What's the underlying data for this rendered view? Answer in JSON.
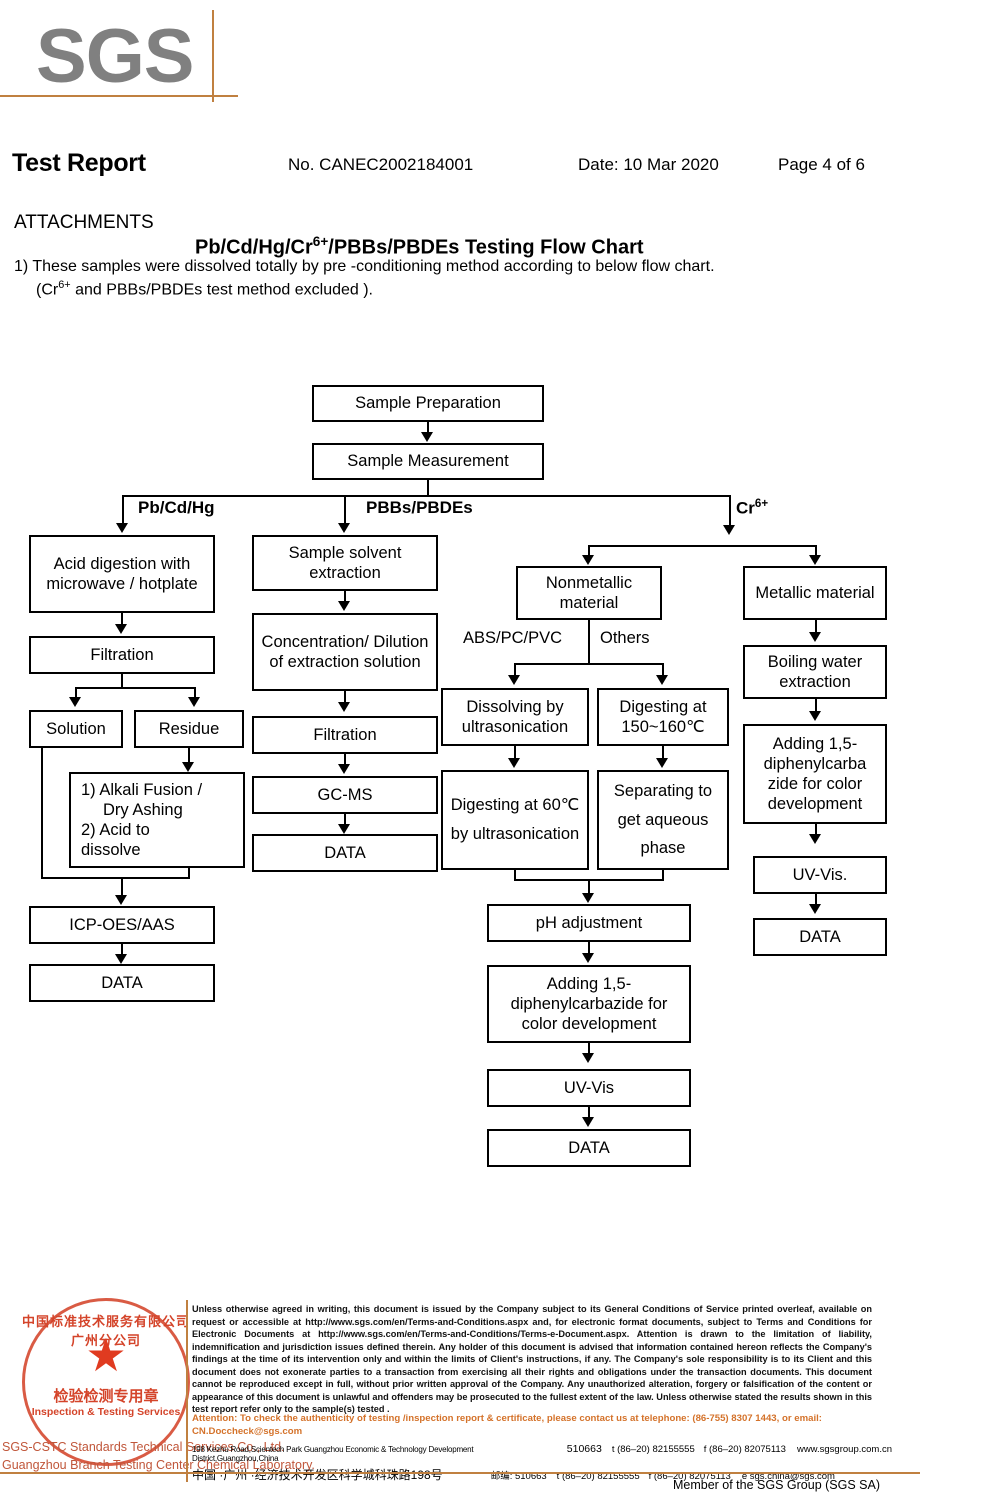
{
  "brand": {
    "logo_text": "SGS"
  },
  "header": {
    "title": "Test Report",
    "report_no": "No. CANEC2002184001",
    "date": "Date: 10 Mar 2020",
    "page": "Page 4 of 6"
  },
  "attachments": {
    "label": "ATTACHMENTS",
    "flow_title_pre": "Pb/Cd/Hg/Cr",
    "flow_title_sup": "6+",
    "flow_title_post": "/PBBs/PBDEs Testing Flow Chart",
    "note1": "1) These samples were dissolved totally by pre -conditioning method according to below flow chart.",
    "note2_pre": "(Cr",
    "note2_sup": "6+",
    "note2_post": " and PBBs/PBDEs  test method excluded )."
  },
  "flow": {
    "top": {
      "sample_preparation": "Sample Preparation",
      "sample_measurement": "Sample Measurement"
    },
    "branch_labels": {
      "pb_cd_hg": "Pb/Cd/Hg",
      "pbbs_pbdes": "PBBs/PBDEs",
      "cr6_pre": "Cr",
      "cr6_sup": "6+"
    },
    "col_pbcdhg": {
      "acid_digestion": "Acid digestion with microwave / hotplate",
      "filtration": "Filtration",
      "solution": "Solution",
      "residue": "Residue",
      "alkali": "1) Alkali Fusion / Dry Ashing\n2) Acid to dissolve",
      "alkali_l1": "1) Alkali Fusion /",
      "alkali_l2": "Dry Ashing",
      "alkali_l3": "2) Acid to",
      "alkali_l4": "dissolve",
      "icp": "ICP-OES/AAS",
      "data": "DATA"
    },
    "col_pbbs": {
      "solvent_extraction": "Sample solvent extraction",
      "concentration": "Concentration/ Dilution of extraction solution",
      "filtration": "Filtration",
      "gcms": "GC-MS",
      "data": "DATA"
    },
    "col_nonmetallic": {
      "nonmetallic": "Nonmetallic material",
      "label_abs": "ABS/PC/PVC",
      "label_others": "Others",
      "dissolving": "Dissolving by ultrasonication",
      "digesting_150": "Digesting at 150~160℃",
      "digesting_60": "Digesting at 60℃ by ultrasonication",
      "separating": "Separating to get aqueous phase",
      "ph_adjustment": "pH adjustment",
      "adding": "Adding 1,5-diphenylcarbazide for color development",
      "uvvis": "UV-Vis",
      "data": "DATA"
    },
    "col_metallic": {
      "metallic": "Metallic material",
      "boiling": "Boiling water extraction",
      "adding": "Adding 1,5-diphenylcarba zide for color development",
      "uvvis": "UV-Vis.",
      "data": "DATA"
    }
  },
  "footer": {
    "seal": {
      "arc_top": "中国标准技术服务有限公司广州分公司",
      "star": "★",
      "cn": "检验检测专用章",
      "en": "Inspection & Testing Services"
    },
    "seal_line1": "SGS-CSTC Standards Technical Services Co., Ltd.",
    "seal_line2": "Guangzhou Branch Testing Center Chemical Laboratory.",
    "legal": "Unless otherwise agreed in writing, this document is issued by the Company subject to its General Conditions of Service printed overleaf, available on request or accessible at http://www.sgs.com/en/Terms-and-Conditions.aspx and, for electronic format documents, subject to Terms and Conditions for Electronic Documents at http://www.sgs.com/en/Terms-and-Conditions/Terms-e-Document.aspx. Attention is drawn to the limitation of liability, indemnification and jurisdiction issues defined therein. Any holder of this document is advised that information contained hereon reflects the Company's findings at the time of its intervention only and within the limits of Client's instructions, if any. The Company's sole responsibility is to its Client and this document does not exonerate parties to a transaction from exercising all their rights and obligations under the transaction documents. This document cannot be reproduced except in full, without prior written approval of the Company. Any unauthorized alteration, forgery or falsification of the content or appearance of this document is unlawful and offenders may be prosecuted to the fullest extent of the law. Unless otherwise stated the results shown in this test report refer only to the sample(s) tested .",
    "attention": "Attention: To check the authenticity of testing /inspection report & certificate, please contact us at telephone: (86-755) 8307 1443, or email: CN.Doccheck@sgs.com",
    "addr_en": "198 Kezhu Road,Scientech Park Guangzhou Economic & Technology Development District,Guangzhou,China",
    "addr_en_zip": "510663",
    "addr_en_tel": "t (86–20) 82155555",
    "addr_en_fax": "f (86–20) 82075113",
    "addr_en_web": "www.sgsgroup.com.cn",
    "addr_cn": "中国 ·广州 ·经济技术开发区科学城科珠路198号",
    "addr_cn_zip": "邮编: 510663",
    "addr_cn_tel": "t (86–20) 82155555",
    "addr_cn_fax": "f (86–20) 82075113",
    "addr_cn_email": "e  sgs.china@sgs.com",
    "member": "Member of the SGS Group (SGS SA)"
  }
}
